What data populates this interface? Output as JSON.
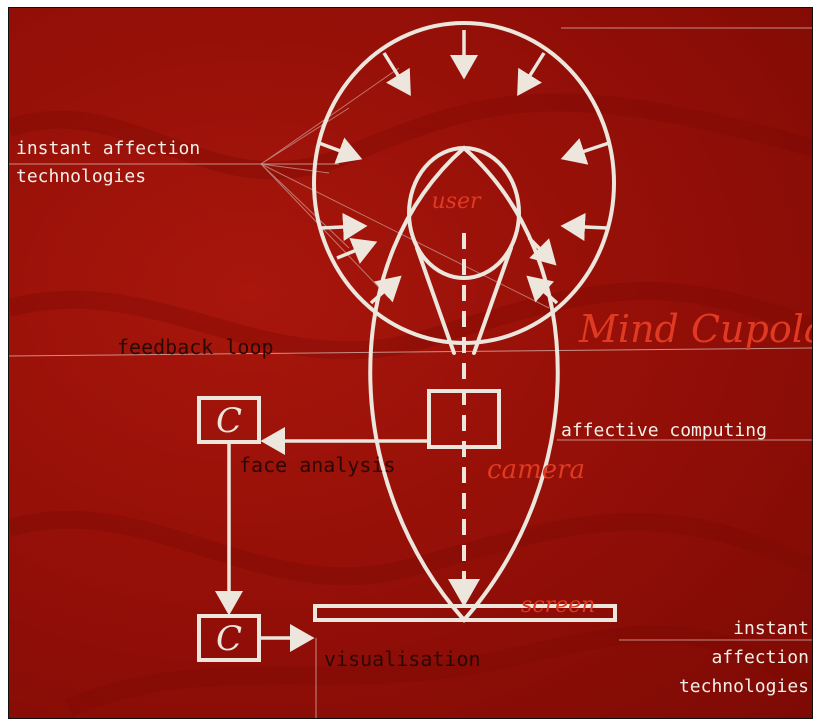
{
  "labels": {
    "instant_affection_top_line1": "instant affection",
    "instant_affection_top_line2": "technologies",
    "feedback_loop": "feedback loop",
    "affective_computing": "affective computing",
    "face_analysis": "face analysis",
    "visualisation": "visualisation",
    "instant_affection_bottom_line1": "instant",
    "instant_affection_bottom_line2": "affection",
    "instant_affection_bottom_line3": "technologies"
  },
  "handwritten": {
    "user": "user",
    "mind_cupola": "Mind Cupola",
    "camera": "camera",
    "screen": "screen"
  },
  "box_glyph": "C",
  "colors": {
    "background": "#961008",
    "chalk": "#ece6dc",
    "label_text": "#f2efe8",
    "dark_text": "#2a0806",
    "script_red": "#e03a22"
  }
}
